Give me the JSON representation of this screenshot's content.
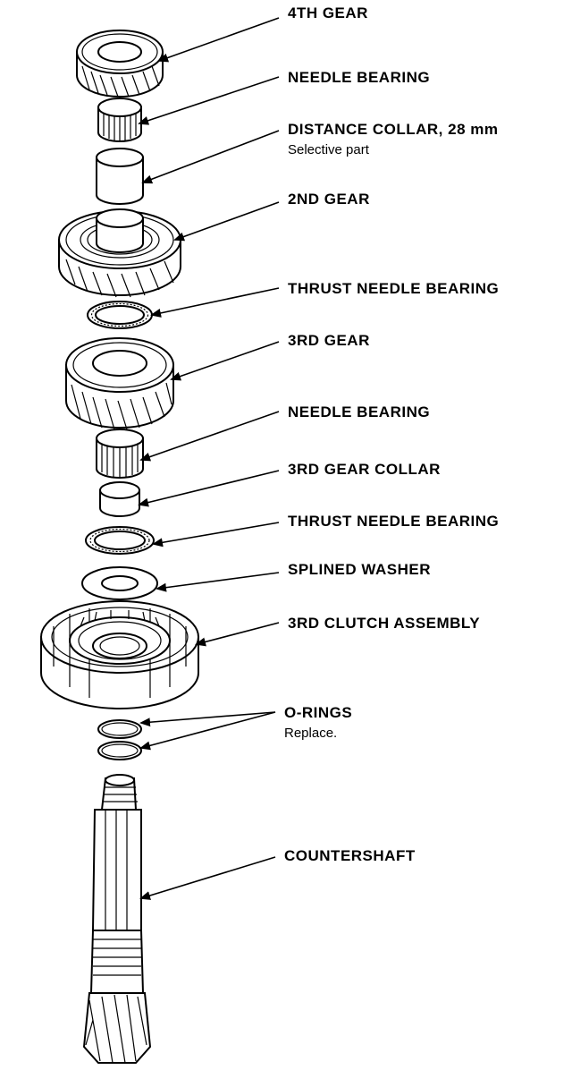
{
  "labels": [
    {
      "id": "4th-gear",
      "text": "4TH GEAR"
    },
    {
      "id": "needle-bearing-1",
      "text": "NEEDLE BEARING"
    },
    {
      "id": "distance-collar",
      "text": "DISTANCE COLLAR, 28 mm",
      "note": "Selective part"
    },
    {
      "id": "2nd-gear",
      "text": "2ND GEAR"
    },
    {
      "id": "thrust-needle-bearing-1",
      "text": "THRUST NEEDLE BEARING"
    },
    {
      "id": "3rd-gear",
      "text": "3RD GEAR"
    },
    {
      "id": "needle-bearing-2",
      "text": "NEEDLE BEARING"
    },
    {
      "id": "3rd-gear-collar",
      "text": "3RD GEAR COLLAR"
    },
    {
      "id": "thrust-needle-bearing-2",
      "text": "THRUST NEEDLE BEARING"
    },
    {
      "id": "splined-washer",
      "text": "SPLINED WASHER"
    },
    {
      "id": "3rd-clutch-assembly",
      "text": "3RD CLUTCH ASSEMBLY"
    },
    {
      "id": "o-rings",
      "text": "O-RINGS",
      "note": "Replace."
    },
    {
      "id": "countershaft",
      "text": "COUNTERSHAFT"
    }
  ]
}
